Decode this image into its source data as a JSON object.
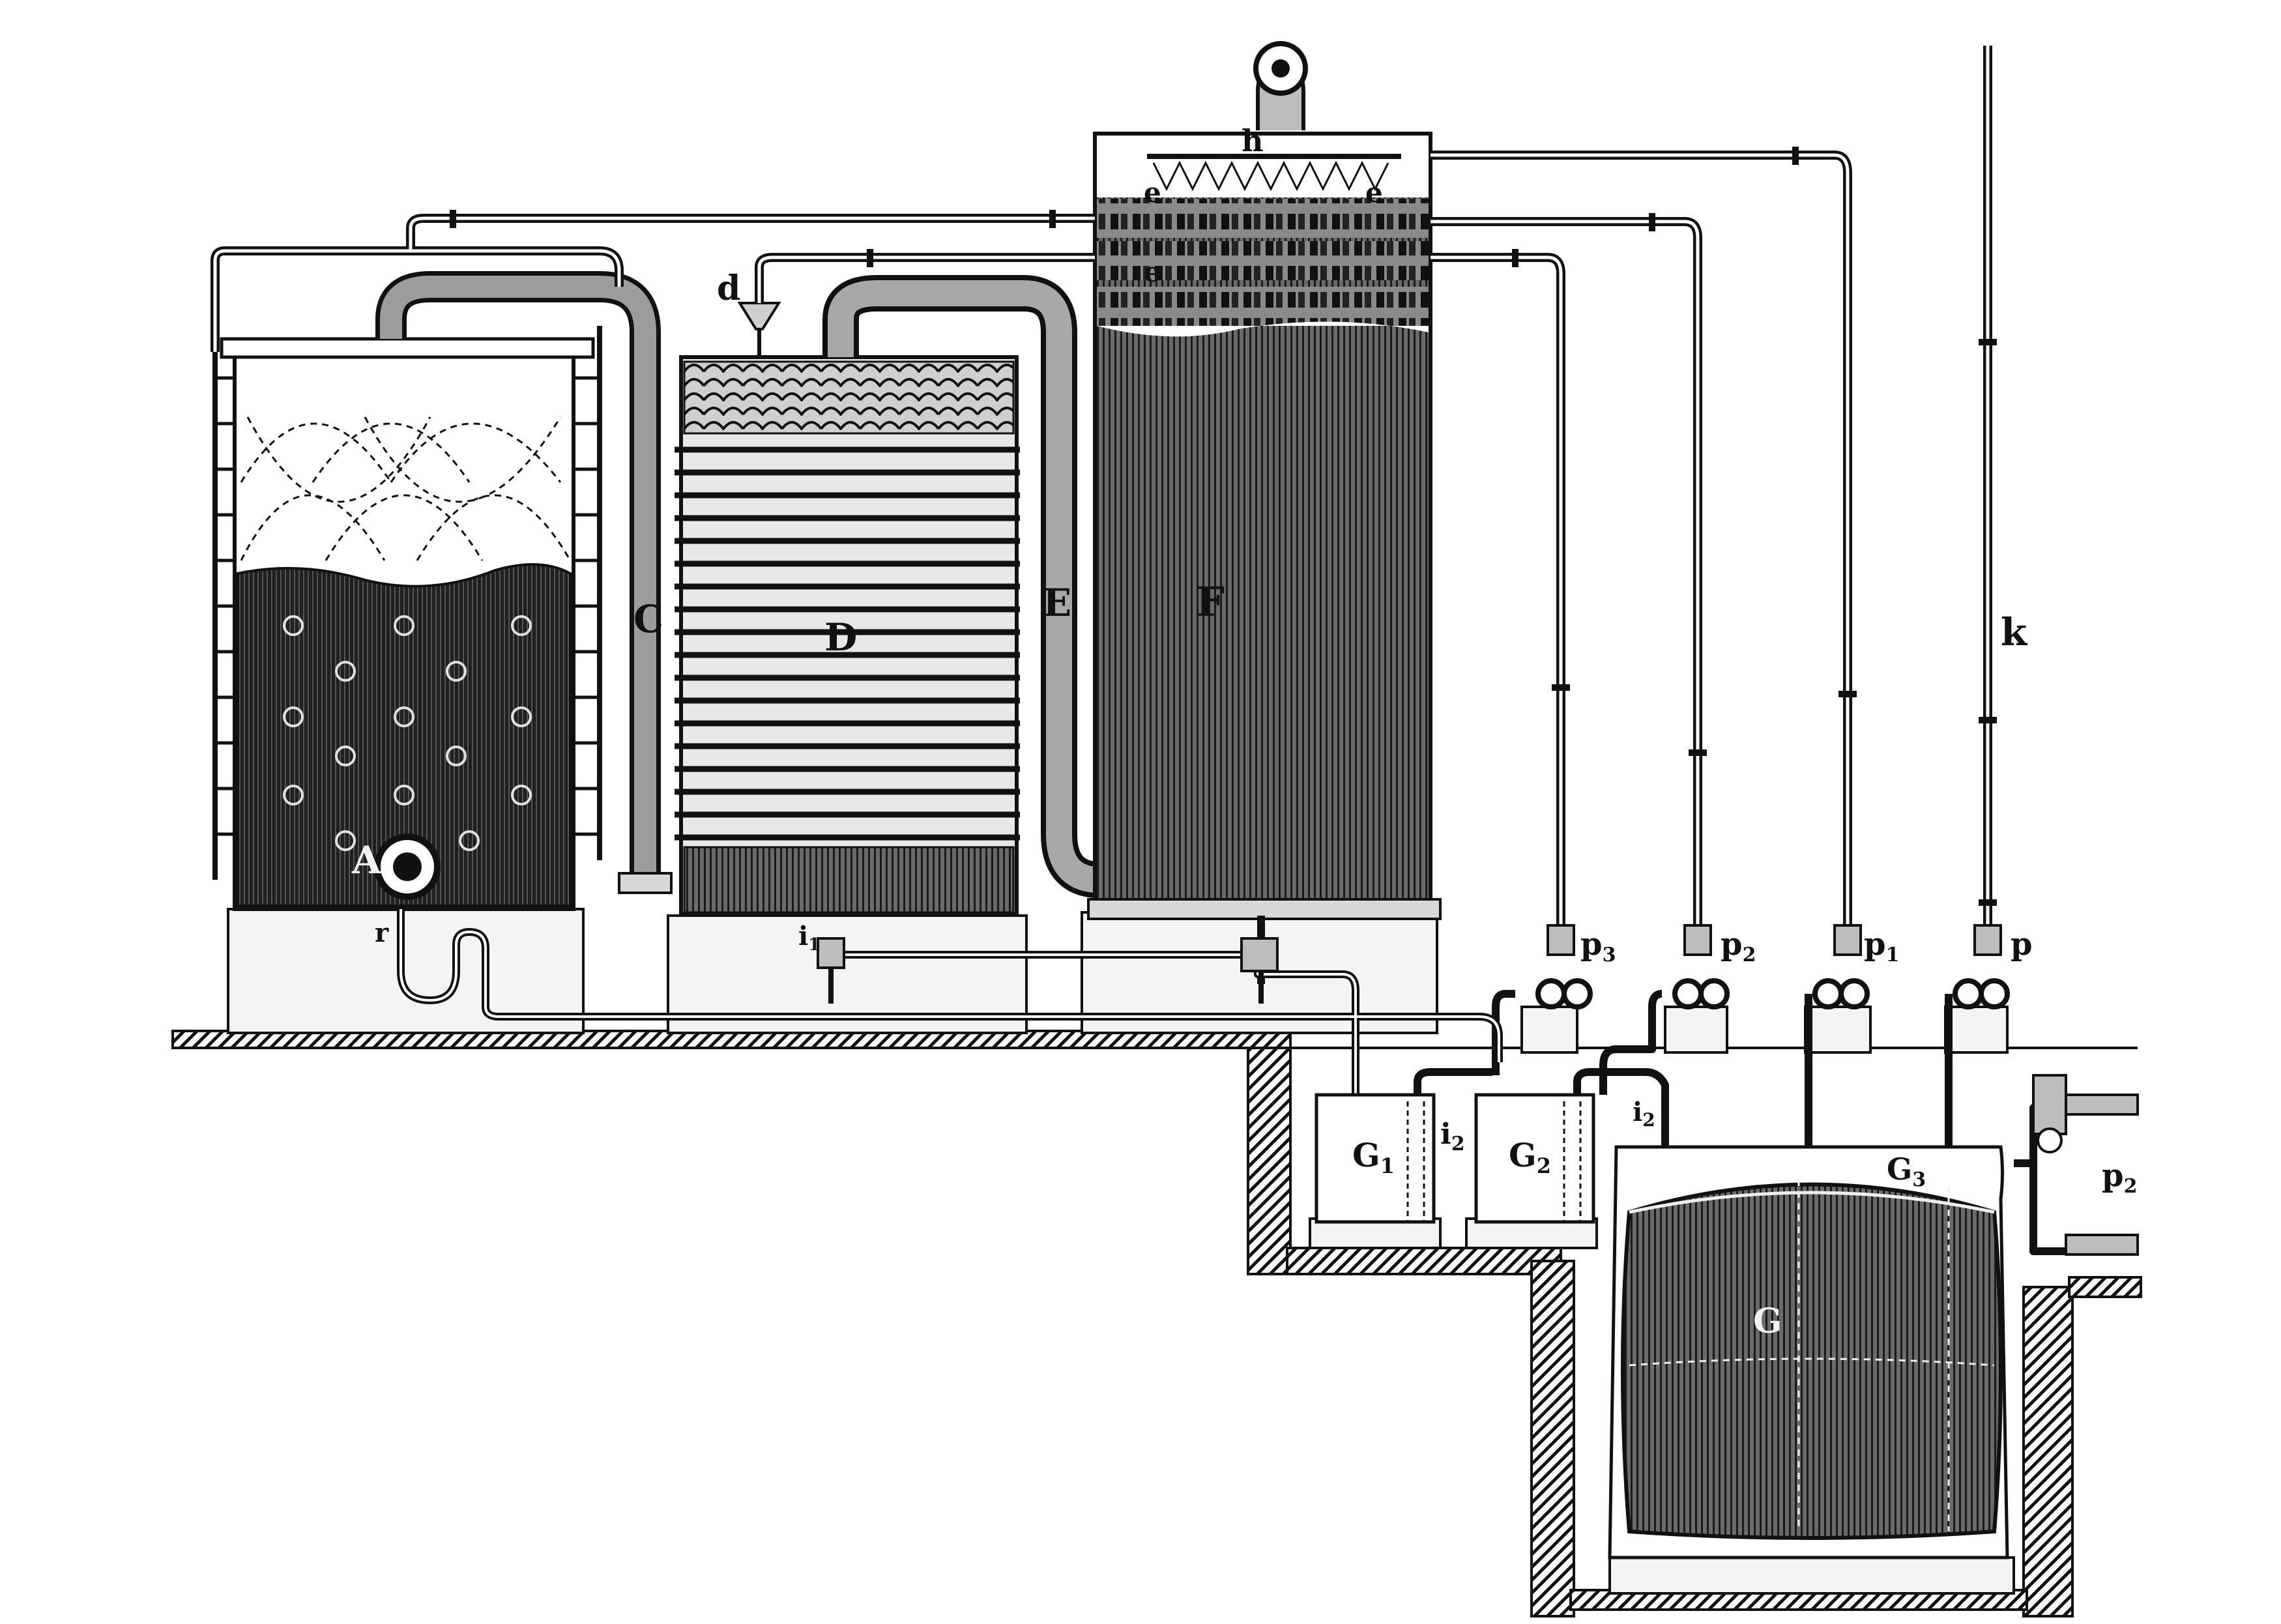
{
  "labels": {
    "A": "A",
    "C": "C",
    "D": "D",
    "d": "d",
    "E": "E",
    "F": "F",
    "h": "h",
    "e1": "e",
    "e2": "e",
    "e3": "e",
    "G": "G",
    "G1": "G",
    "G1_sub": "1",
    "G2": "G",
    "G2_sub": "2",
    "G3": "G",
    "G3_sub": "3",
    "i1": "i",
    "i1_sub": "1",
    "i2": "i",
    "i2_sub": "2",
    "i3": "i",
    "i3_sub": "2",
    "k": "k",
    "p": "p",
    "p1": "p",
    "p1_sub": "1",
    "p2": "p",
    "p2_sub": "2",
    "p3": "p",
    "p3_sub": "3",
    "p2b": "p",
    "p2b_sub": "2",
    "r": "r"
  },
  "colors": {
    "ink": "#111111",
    "paper": "#ffffff",
    "dark_fill": "#1e1e1e",
    "mid_fill": "#4a4a4a",
    "light_fill": "#e6e6e6"
  }
}
